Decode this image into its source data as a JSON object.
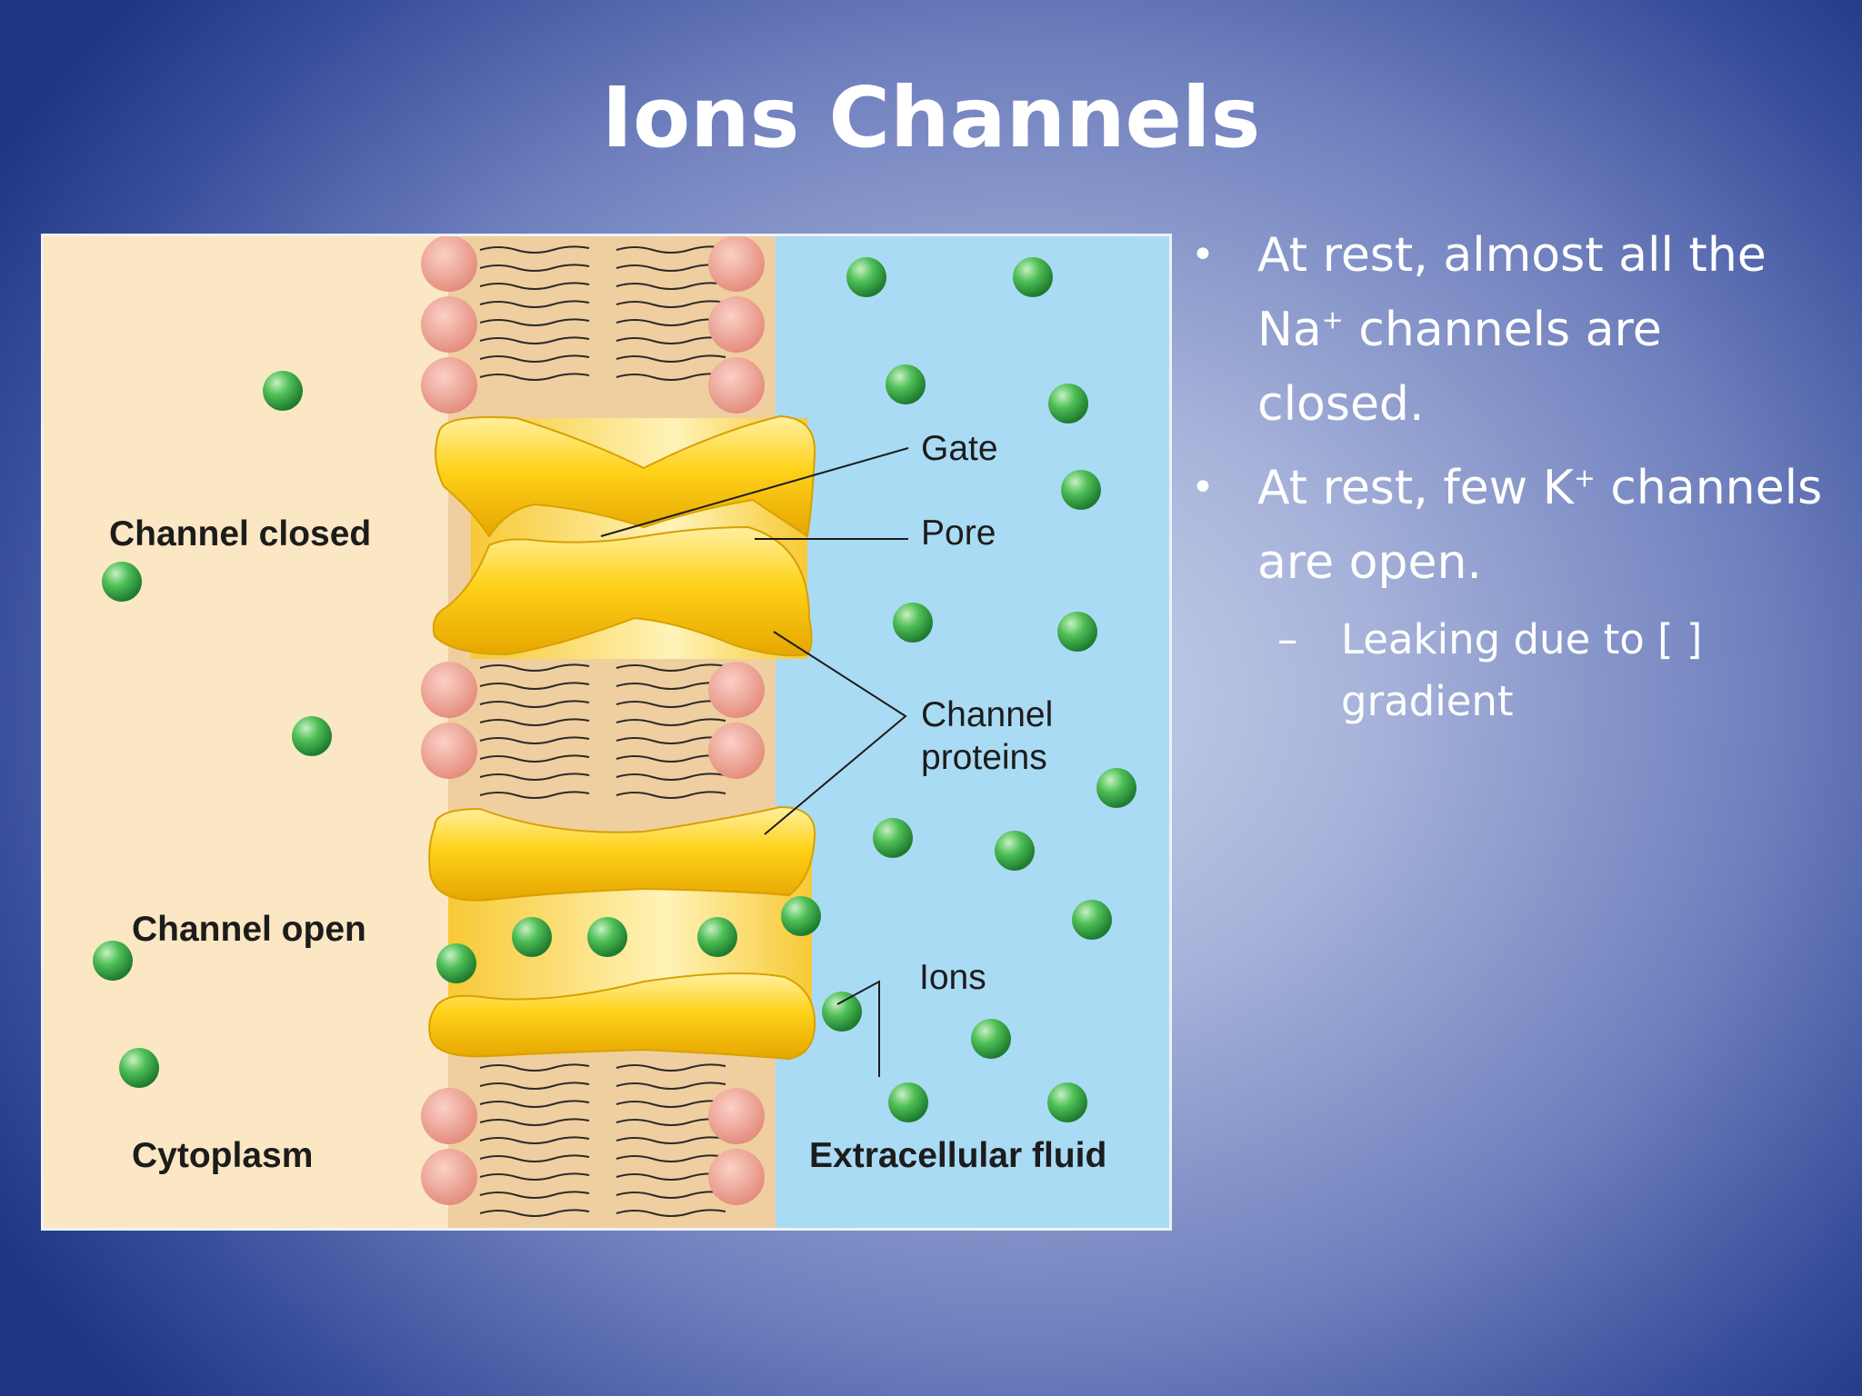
{
  "slide": {
    "title": "Ions Channels"
  },
  "diagram": {
    "labels": {
      "channel_closed": "Channel closed",
      "channel_open": "Channel open",
      "gate": "Gate",
      "pore": "Pore",
      "channel_proteins_line1": "Channel",
      "channel_proteins_line2": "proteins",
      "ions": "Ions",
      "cytoplasm": "Cytoplasm",
      "extracellular_fluid": "Extracellular fluid"
    },
    "colors": {
      "cytoplasm": "#fbe7c3",
      "extracellular_fluid": "#aadbf4",
      "membrane_core": "#efcf9f",
      "phospholipid_head": "#f0a394",
      "channel_protein": "#ffd21a",
      "ion": "#3fae4a"
    }
  },
  "bullets": [
    {
      "pre": "At rest, almost all the Na",
      "sup": "+",
      "post": " channels are closed."
    },
    {
      "pre": "At rest, few K",
      "sup": "+",
      "post": " channels are open."
    }
  ],
  "sub_bullets": [
    {
      "text": "Leaking due to [  ] gradient"
    }
  ],
  "icons": {
    "bullet": "•",
    "sub_bullet": "–"
  }
}
